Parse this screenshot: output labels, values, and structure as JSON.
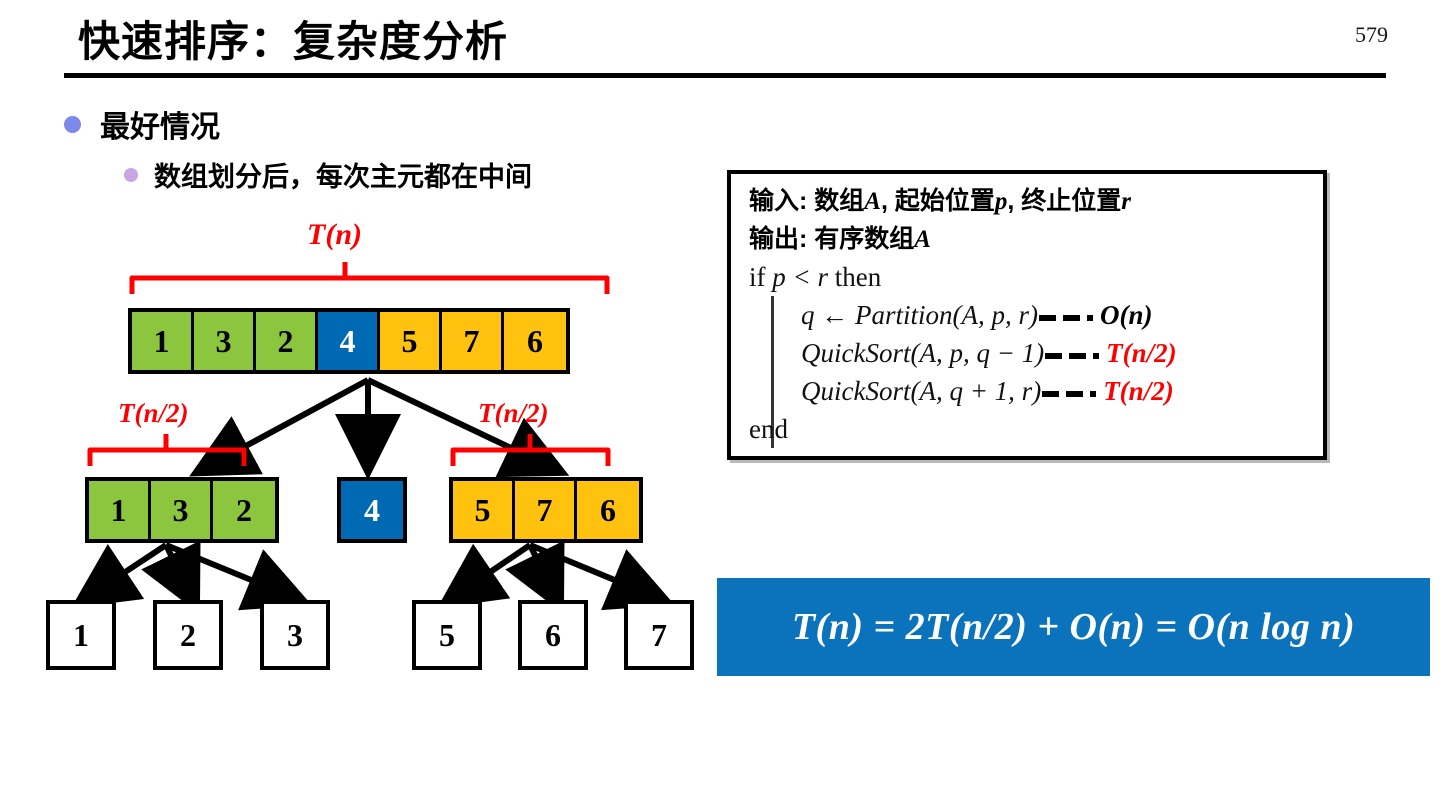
{
  "header": {
    "title": "快速排序：复杂度分析",
    "page_number": "579"
  },
  "bullets": [
    {
      "label": "最好情况",
      "dot_color": "#7d89e8"
    },
    {
      "label": "数组划分后，每次主元都在中间",
      "dot_color": "#c9a5e6"
    }
  ],
  "colors": {
    "green": "#8cc63e",
    "orange": "#ffc20e",
    "blue": "#0069b4",
    "red": "#ff0000",
    "banner_blue": "#0b73bb",
    "black": "#000000",
    "white": "#ffffff"
  },
  "diagram": {
    "labels": {
      "root": "T(n)",
      "left": "T(n/2)",
      "right": "T(n/2)"
    },
    "root_row": [
      {
        "value": "1",
        "color": "green"
      },
      {
        "value": "3",
        "color": "green"
      },
      {
        "value": "2",
        "color": "green"
      },
      {
        "value": "4",
        "color": "blue"
      },
      {
        "value": "5",
        "color": "orange"
      },
      {
        "value": "7",
        "color": "orange"
      },
      {
        "value": "6",
        "color": "orange"
      }
    ],
    "level2_left": [
      {
        "value": "1",
        "color": "green"
      },
      {
        "value": "3",
        "color": "green"
      },
      {
        "value": "2",
        "color": "green"
      }
    ],
    "level2_mid": [
      {
        "value": "4",
        "color": "blue"
      }
    ],
    "level2_right": [
      {
        "value": "5",
        "color": "orange"
      },
      {
        "value": "7",
        "color": "orange"
      },
      {
        "value": "6",
        "color": "orange"
      }
    ],
    "leaves_left": [
      "1",
      "2",
      "3"
    ],
    "leaves_right": [
      "5",
      "6",
      "7"
    ]
  },
  "pseudocode": {
    "input_label": "输入:",
    "input_text_1": "数组",
    "input_var_a": "A",
    "input_text_2": ", 起始位置",
    "input_var_p": "p",
    "input_text_3": ", 终止位置",
    "input_var_r": "r",
    "output_label": "输出:",
    "output_text": "有序数组",
    "output_var_a": "A",
    "line_if": "if",
    "line_if_cond": "p < r",
    "line_then": "then",
    "line_partition": "q ← Partition(A, p, r)",
    "cost_partition": "O(n)",
    "line_qs1": "QuickSort(A, p, q − 1)",
    "cost_qs1": "T(n/2)",
    "line_qs2": "QuickSort(A, q + 1, r)",
    "cost_qs2": "T(n/2)",
    "line_end": "end"
  },
  "equation": {
    "text": "T(n) = 2T(n/2) + O(n) = O(n log n)"
  }
}
